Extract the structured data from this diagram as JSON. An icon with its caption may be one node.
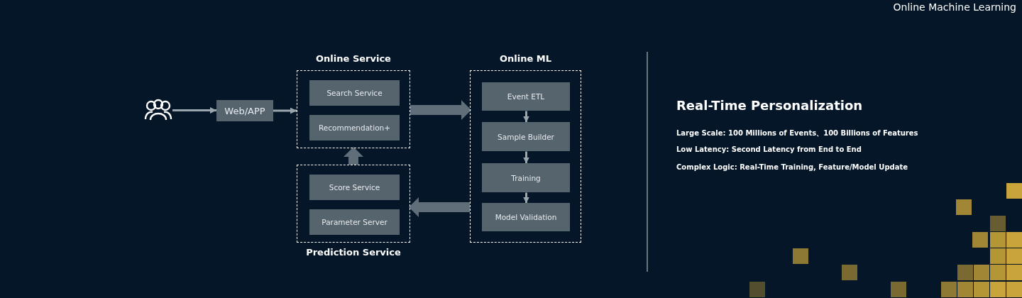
{
  "diagram": {
    "title": "Online Machine Learning",
    "nodes": [
      {
        "text": [],
        "shape": "person"
      },
      {
        "text": [
          "Web/APP"
        ]
      },
      {
        "text": [
          "Online Service"
        ]
      },
      {
        "text": [
          "Search Service"
        ],
        "in": 2
      },
      {
        "text": [
          "Recommendation+"
        ],
        "in": 2
      },
      {
        "text": [
          "Prediction Service"
        ]
      },
      {
        "text": [
          "Score Service"
        ],
        "in": 5
      },
      {
        "text": [
          "Parameter Server"
        ],
        "in": 5
      },
      {
        "text": [
          "Online ML"
        ]
      },
      {
        "text": [
          "Event ETL"
        ],
        "in": 8
      },
      {
        "text": [
          "Sample Builder"
        ],
        "in": 8
      },
      {
        "text": [
          "Training"
        ],
        "in": 8
      },
      {
        "text": [
          "Model Validation"
        ],
        "in": 8
      }
    ],
    "edges": [
      {
        "from": 0,
        "to": 1,
        "arrow": "to"
      },
      {
        "from": 1,
        "to": 2,
        "arrow": "to"
      },
      {
        "from": 5,
        "to": 2,
        "arrow": "to",
        "style": "thick",
        "color": "#5f6e79"
      },
      {
        "from": 2,
        "to": 8,
        "arrow": "to",
        "style": "thick",
        "color": "#5f6e79"
      },
      {
        "from": 8,
        "to": 5,
        "arrow": "to",
        "style": "thick",
        "color": "#5f6e79"
      },
      {
        "from": 9,
        "to": 10,
        "arrow": "to"
      },
      {
        "from": 10,
        "to": 11,
        "arrow": "to"
      },
      {
        "from": 11,
        "to": 12,
        "arrow": "to"
      }
    ],
    "labels": [
      "Real-Time Personalization",
      "Large Scale: 100 Millions of Events、100 Billions of Features",
      "Low Latency: Second Latency from End to End",
      "Complex Logic: Real-Time Training, Feature/Model Update"
    ]
  }
}
